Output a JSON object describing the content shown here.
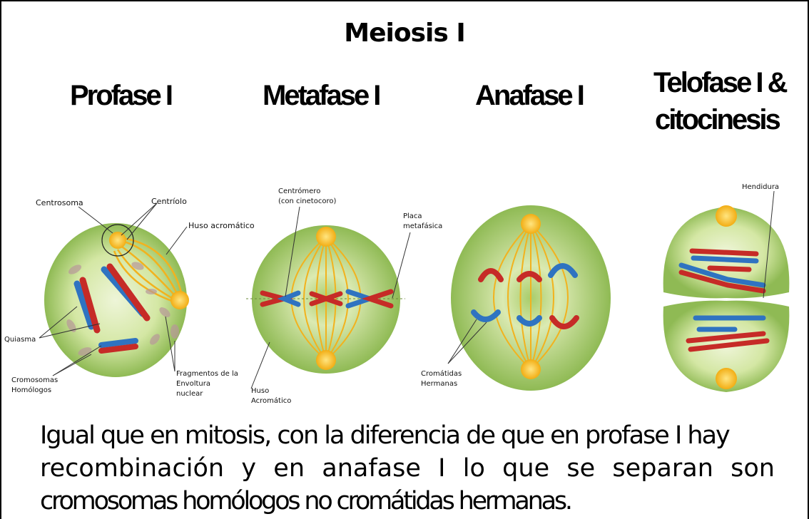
{
  "title": "Meiosis I",
  "phases": {
    "profase": "Profase I",
    "metafase": "Metafase I",
    "anafase": "Anafase I",
    "telofase_line1": "Telofase I &",
    "telofase_line2": "citocinesis"
  },
  "labels": {
    "centrosoma": "Centrosoma",
    "centriolo": "Centríolo",
    "huso_acromatico": "Huso acromático",
    "quiasma": "Quiasma",
    "cromosomas_1": "Cromosomas",
    "cromosomas_2": "Homólogos",
    "fragmentos_1": "Fragmentos de la",
    "fragmentos_2": "Envoltura",
    "fragmentos_3": "nuclear",
    "centromero_1": "Centrómero",
    "centromero_2": "(con cinetocoro)",
    "placa_1": "Placa",
    "placa_2": "metafásica",
    "huso_1": "Huso",
    "huso_2": "Acromático",
    "cromatidas_1": "Cromátidas",
    "cromatidas_2": "Hermanas",
    "hendidura": "Hendidura"
  },
  "caption": {
    "line1": "Igual que en mitosis, con la diferencia de que en profase I hay",
    "line2": "recombinación y en anafase I lo que se separan son",
    "line3": "cromosomas homólogos no cromátidas hermanas."
  },
  "colors": {
    "cell_fill": "#9cc25c",
    "cell_inner": "#e6f0c8",
    "spindle": "#f2b21e",
    "centrosome": "#f6c51b",
    "chromosome_red": "#c62b27",
    "chromosome_blue": "#2f73c1"
  }
}
